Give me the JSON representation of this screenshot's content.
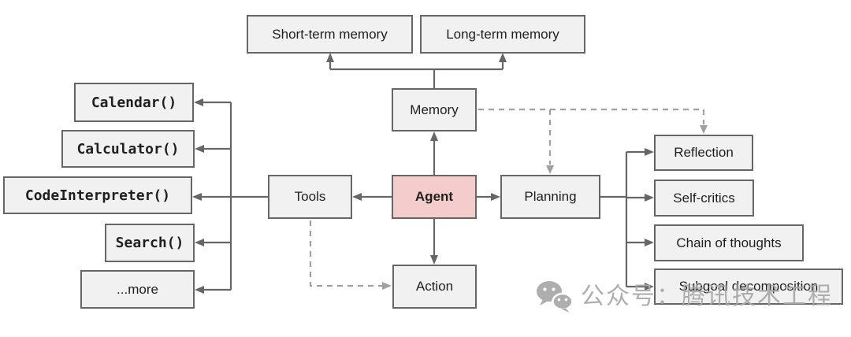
{
  "colors": {
    "box_fill": "#f1f1f1",
    "box_border": "#666666",
    "agent_fill": "#f5cccc",
    "connector": "#666666",
    "dashed_connector": "#a0a0a0",
    "watermark": "#a8a8a8",
    "text": "#1f1f1f"
  },
  "nodes": {
    "agent": {
      "label": "Agent"
    },
    "memory": {
      "label": "Memory"
    },
    "tools": {
      "label": "Tools"
    },
    "planning": {
      "label": "Planning"
    },
    "action": {
      "label": "Action"
    },
    "short_term_memory": {
      "label": "Short-term memory"
    },
    "long_term_memory": {
      "label": "Long-term memory"
    },
    "calendar": {
      "label": "Calendar()"
    },
    "calculator": {
      "label": "Calculator()"
    },
    "code_interpreter": {
      "label": "CodeInterpreter()"
    },
    "search": {
      "label": "Search()"
    },
    "more": {
      "label": "...more"
    },
    "reflection": {
      "label": "Reflection"
    },
    "self_critics": {
      "label": "Self-critics"
    },
    "chain_of_thoughts": {
      "label": "Chain of thoughts"
    },
    "subgoal_decomposition": {
      "label": "Subgoal decomposition"
    }
  },
  "watermark": {
    "icon": "wechat-icon",
    "text": "公众号：腾讯技术工程"
  }
}
